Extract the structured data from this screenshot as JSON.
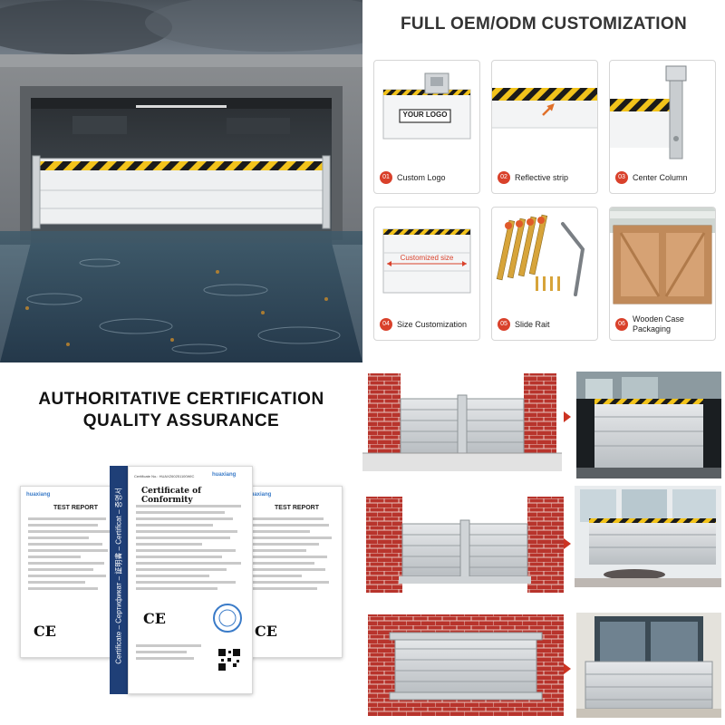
{
  "customization": {
    "title": "FULL OEM/ODM CUSTOMIZATION",
    "logo_text": "YOUR LOGO",
    "size_text": "Customized size",
    "items": [
      {
        "num": "01",
        "label": "Custom Logo"
      },
      {
        "num": "02",
        "label": "Reflective strip"
      },
      {
        "num": "03",
        "label": "Center Column"
      },
      {
        "num": "04",
        "label": "Size Customization"
      },
      {
        "num": "05",
        "label": "Slide Rait"
      },
      {
        "num": "06",
        "label": "Wooden Case Packaging"
      }
    ]
  },
  "certification": {
    "heading_line1": "AUTHORITATIVE CERTIFICATION",
    "heading_line2": "QUALITY ASSURANCE",
    "left_doc": {
      "brand": "huaxiang",
      "title": "TEST REPORT",
      "mark": "CE"
    },
    "right_doc": {
      "brand": "huaxiang",
      "title": "TEST REPORT",
      "mark": "CE"
    },
    "center_doc": {
      "brand": "huaxiang",
      "title": "Certificate of Conformity",
      "cert_no": "Certificate No.: HUAXZ60251100WIC",
      "mark": "CE"
    },
    "side_band_text": "Certificate – Сертификат – 証明書 – Certificat – 증명서"
  },
  "colors": {
    "accent_red": "#d9412b",
    "hazard_yellow": "#f2c31b",
    "cert_band": "#1f3f77",
    "brick": "#b8342c"
  }
}
